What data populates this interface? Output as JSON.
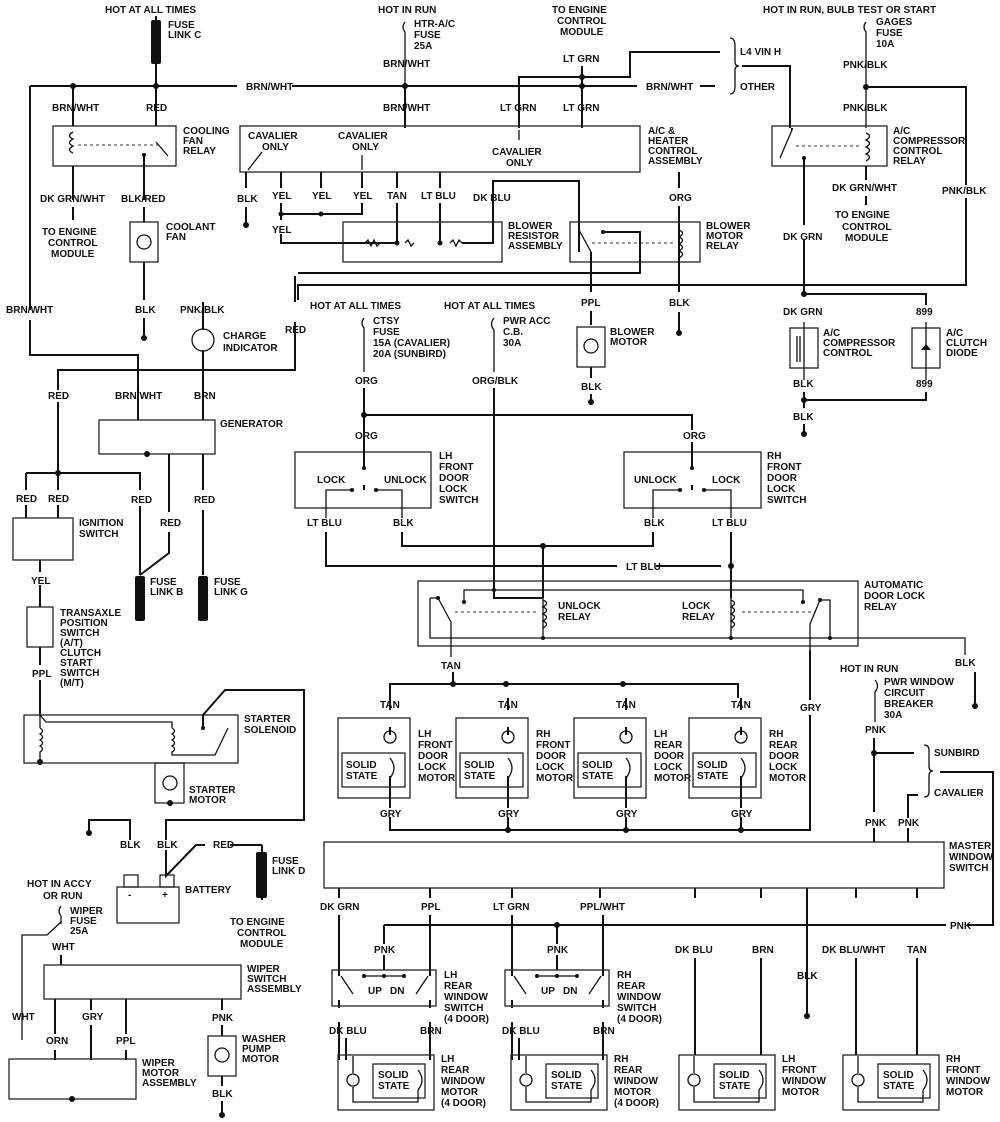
{
  "top_bus_label": "BRN/WHT",
  "fuse_c": {
    "header": "HOT AT ALL TIMES",
    "name": [
      "FUSE",
      "LINK C"
    ]
  },
  "htr_fuse": {
    "header": "HOT IN RUN",
    "name": [
      "HTR-A/C",
      "FUSE",
      "25A"
    ]
  },
  "ecm_top": {
    "lines": [
      "TO ENGINE",
      "CONTROL",
      "MODULE"
    ],
    "wire": "LT GRN"
  },
  "gages_fuse": {
    "header": "HOT IN RUN, BULB TEST OR START",
    "name": [
      "GAGES",
      "FUSE",
      "10A"
    ]
  },
  "engine_brace": {
    "l4": "L4 VIN H",
    "other": "OTHER"
  },
  "cooling_fan_relay": {
    "name": [
      "COOLING",
      "FAN",
      "RELAY"
    ],
    "wire_in_left": "BRN/WHT",
    "wire_in_right": "RED",
    "wire_out_left": "DK GRN/WHT",
    "wire_out_right": "BLK/RED",
    "ecm": [
      "TO ENGINE",
      "CONTROL",
      "MODULE"
    ]
  },
  "coolant_fan": {
    "name": [
      "COOLANT",
      "FAN"
    ],
    "ground": "BLK"
  },
  "hvac_control": {
    "name": [
      "A/C &",
      "HEATER",
      "CONTROL",
      "ASSEMBLY"
    ],
    "in_left": "BRN/WHT",
    "in_mid": "LT GRN",
    "in_right": "LT GRN",
    "note1": [
      "CAVALIER",
      "ONLY"
    ],
    "note2": [
      "CAVALIER",
      "ONLY"
    ],
    "note3": [
      "CAVALIER",
      "ONLY"
    ],
    "outs": [
      "BLK",
      "YEL",
      "YEL",
      "YEL",
      "TAN",
      "LT BLU",
      "DK BLU",
      "ORG"
    ],
    "yel_bottom": "YEL"
  },
  "blower_resistor": {
    "name": [
      "BLOWER",
      "RESISTOR",
      "ASSEMBLY"
    ]
  },
  "blower_relay": {
    "name": [
      "BLOWER",
      "MOTOR",
      "RELAY"
    ],
    "out_left": "PPL",
    "out_right": "BLK"
  },
  "blower_motor": {
    "name": [
      "BLOWER",
      "MOTOR"
    ],
    "ground": "BLK"
  },
  "ac_relay": {
    "name": [
      "A/C",
      "COMPRESSOR",
      "CONTROL",
      "RELAY"
    ],
    "in": "PNK/BLK",
    "top": "PNK/BLK",
    "right": "PNK/BLK",
    "out": "DK GRN/WHT",
    "ecm": [
      "TO ENGINE",
      "CONTROL",
      "MODULE"
    ],
    "dk_grn": "DK GRN"
  },
  "ac_compressor": {
    "name": [
      "A/C",
      "COMPRESSOR",
      "CONTROL"
    ],
    "in": "DK GRN",
    "out": "BLK",
    "ground": "BLK"
  },
  "ac_diode": {
    "name": [
      "A/C",
      "CLUTCH",
      "DIODE"
    ],
    "in": "899",
    "out": "899"
  },
  "left_side": {
    "brn_wht": "BRN/WHT",
    "blk": "BLK",
    "pnk_blk": "PNK/BLK",
    "red": "RED"
  },
  "charge_indicator": {
    "name": [
      "CHARGE",
      "INDICATOR"
    ]
  },
  "generator": {
    "name": "GENERATOR",
    "in_left": "BRN/WHT",
    "in_right": "BRN",
    "red_left": "RED"
  },
  "ignition": {
    "name": [
      "IGNITION",
      "SWITCH"
    ],
    "reds": [
      "RED",
      "RED",
      "RED",
      "RED",
      "RED"
    ],
    "out": "YEL"
  },
  "fuse_b": [
    "FUSE",
    "LINK B"
  ],
  "fuse_g": [
    "FUSE",
    "LINK G"
  ],
  "transaxle": {
    "name": [
      "TRANSAXLE",
      "POSITION",
      "SWITCH",
      "(A/T)",
      "CLUTCH",
      "START",
      "SWITCH",
      "(M/T)"
    ],
    "out": "PPL"
  },
  "starter_solenoid": {
    "name": [
      "STARTER",
      "SOLENOID"
    ]
  },
  "starter_motor": {
    "name": [
      "STARTER",
      "MOTOR"
    ]
  },
  "battery": {
    "name": "BATTERY",
    "neg": "BLK",
    "pos": "BLK",
    "red": "RED",
    "minus": "-",
    "plus": "+"
  },
  "fuse_d": {
    "name": [
      "FUSE",
      "LINK D"
    ],
    "ecm": [
      "TO ENGINE",
      "CONTROL",
      "MODULE"
    ]
  },
  "wiper_fuse": {
    "header": [
      "HOT IN ACCY",
      "OR RUN"
    ],
    "name": [
      "WIPER",
      "FUSE",
      "25A"
    ],
    "out": "WHT"
  },
  "wiper_switch": {
    "name": [
      "WIPER",
      "SWITCH",
      "ASSEMBLY"
    ],
    "wires": [
      "WHT",
      "ORN",
      "GRY",
      "PPL",
      "PNK"
    ]
  },
  "wiper_motor": {
    "name": [
      "WIPER",
      "MOTOR",
      "ASSEMBLY"
    ]
  },
  "washer": {
    "name": [
      "WASHER",
      "PUMP",
      "MOTOR"
    ],
    "ground": "BLK"
  },
  "ctsy_fuse": {
    "header": "HOT AT ALL TIMES",
    "name": [
      "CTSY",
      "FUSE",
      "15A (CAVALIER)",
      "20A (SUNBIRD)"
    ],
    "out": "ORG"
  },
  "pwr_acc": {
    "header": "HOT AT ALL TIMES",
    "name": [
      "PWR ACC",
      "C.B.",
      "30A"
    ],
    "out": "ORG/BLK"
  },
  "lh_door_switch": {
    "name": [
      "LH",
      "FRONT",
      "DOOR",
      "LOCK",
      "SWITCH"
    ],
    "in": "ORG",
    "lock": "LOCK",
    "unlock": "UNLOCK",
    "out_left": "LT BLU",
    "out_right": "BLK"
  },
  "rh_door_switch": {
    "name": [
      "RH",
      "FRONT",
      "DOOR",
      "LOCK",
      "SWITCH"
    ],
    "in": "ORG",
    "lock": "LOCK",
    "unlock": "UNLOCK",
    "out_left": "BLK",
    "out_right": "LT BLU"
  },
  "lt_blu_bus": "LT BLU",
  "auto_relay": {
    "name": [
      "AUTOMATIC",
      "DOOR LOCK",
      "RELAY"
    ],
    "unlock": [
      "UNLOCK",
      "RELAY"
    ],
    "lock": [
      "LOCK",
      "RELAY"
    ],
    "tan": "TAN",
    "blk": "BLK",
    "gry": "GRY"
  },
  "lock_motors": [
    {
      "name": [
        "LH",
        "FRONT",
        "DOOR",
        "LOCK",
        "MOTOR"
      ],
      "in": "TAN",
      "out": "GRY",
      "solid": [
        "SOLID",
        "STATE"
      ]
    },
    {
      "name": [
        "RH",
        "FRONT",
        "DOOR",
        "LOCK",
        "MOTOR"
      ],
      "in": "TAN",
      "out": "GRY",
      "solid": [
        "SOLID",
        "STATE"
      ]
    },
    {
      "name": [
        "LH",
        "REAR",
        "DOOR",
        "LOCK",
        "MOTOR"
      ],
      "in": "TAN",
      "out": "GRY",
      "solid": [
        "SOLID",
        "STATE"
      ]
    },
    {
      "name": [
        "RH",
        "REAR",
        "DOOR",
        "LOCK",
        "MOTOR"
      ],
      "in": "TAN",
      "out": "GRY",
      "solid": [
        "SOLID",
        "STATE"
      ]
    }
  ],
  "pwr_window_cb": {
    "header": "HOT IN RUN",
    "name": [
      "PWR WINDOW",
      "CIRCUIT",
      "BREAKER",
      "30A"
    ],
    "out": "PNK",
    "sunbird": "SUNBIRD",
    "cavalier": "CAVALIER",
    "pnk1": "PNK",
    "pnk2": "PNK"
  },
  "master_switch": {
    "name": [
      "MASTER",
      "WINDOW",
      "SWITCH"
    ],
    "outs": [
      "DK GRN",
      "PPL",
      "LT GRN",
      "PPL/WHT",
      "DK BLU",
      "BRN",
      "BLK",
      "DK BLU/WHT",
      "TAN"
    ],
    "pnk": "PNK"
  },
  "rear_switches": [
    {
      "name": [
        "LH",
        "REAR",
        "WINDOW",
        "SWITCH",
        "(4 DOOR)"
      ],
      "pnk": "PNK",
      "up": "UP",
      "dn": "DN",
      "out_left": "DK BLU",
      "out_right": "BRN"
    },
    {
      "name": [
        "RH",
        "REAR",
        "WINDOW",
        "SWITCH",
        "(4 DOOR)"
      ],
      "pnk": "PNK",
      "up": "UP",
      "dn": "DN",
      "out_left": "DK BLU",
      "out_right": "BRN"
    }
  ],
  "window_motors": [
    {
      "name": [
        "LH",
        "REAR",
        "WINDOW",
        "MOTOR",
        "(4 DOOR)"
      ],
      "solid": [
        "SOLID",
        "STATE"
      ]
    },
    {
      "name": [
        "RH",
        "REAR",
        "WINDOW",
        "MOTOR",
        "(4 DOOR)"
      ],
      "solid": [
        "SOLID",
        "STATE"
      ]
    },
    {
      "name": [
        "LH",
        "FRONT",
        "WINDOW",
        "MOTOR"
      ],
      "solid": [
        "SOLID",
        "STATE"
      ]
    },
    {
      "name": [
        "RH",
        "FRONT",
        "WINDOW",
        "MOTOR"
      ],
      "solid": [
        "SOLID",
        "STATE"
      ]
    }
  ]
}
